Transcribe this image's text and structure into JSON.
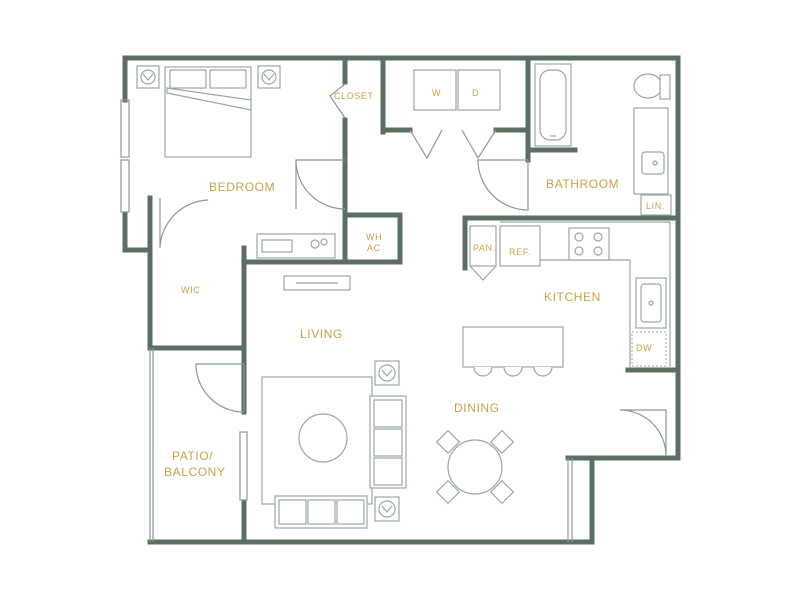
{
  "colors": {
    "wall": "#5b6e62",
    "line": "#8a9a90",
    "fixture": "#9aa89f",
    "label": "#c9a24a",
    "background": "#ffffff"
  },
  "rooms": {
    "bedroom": "BEDROOM",
    "closet": "CLOSET",
    "washer": "W",
    "dryer": "D",
    "bathroom": "BATHROOM",
    "linen": "LIN.",
    "wh_line1": "WH",
    "wh_line2": "AC",
    "pantry": "PAN.",
    "refrigerator": "REF.",
    "kitchen": "KITCHEN",
    "dishwasher": "DW",
    "wic": "WIC",
    "living": "LIVING",
    "dining": "DINING",
    "patio_line1": "PATIO/",
    "patio_line2": "BALCONY"
  }
}
